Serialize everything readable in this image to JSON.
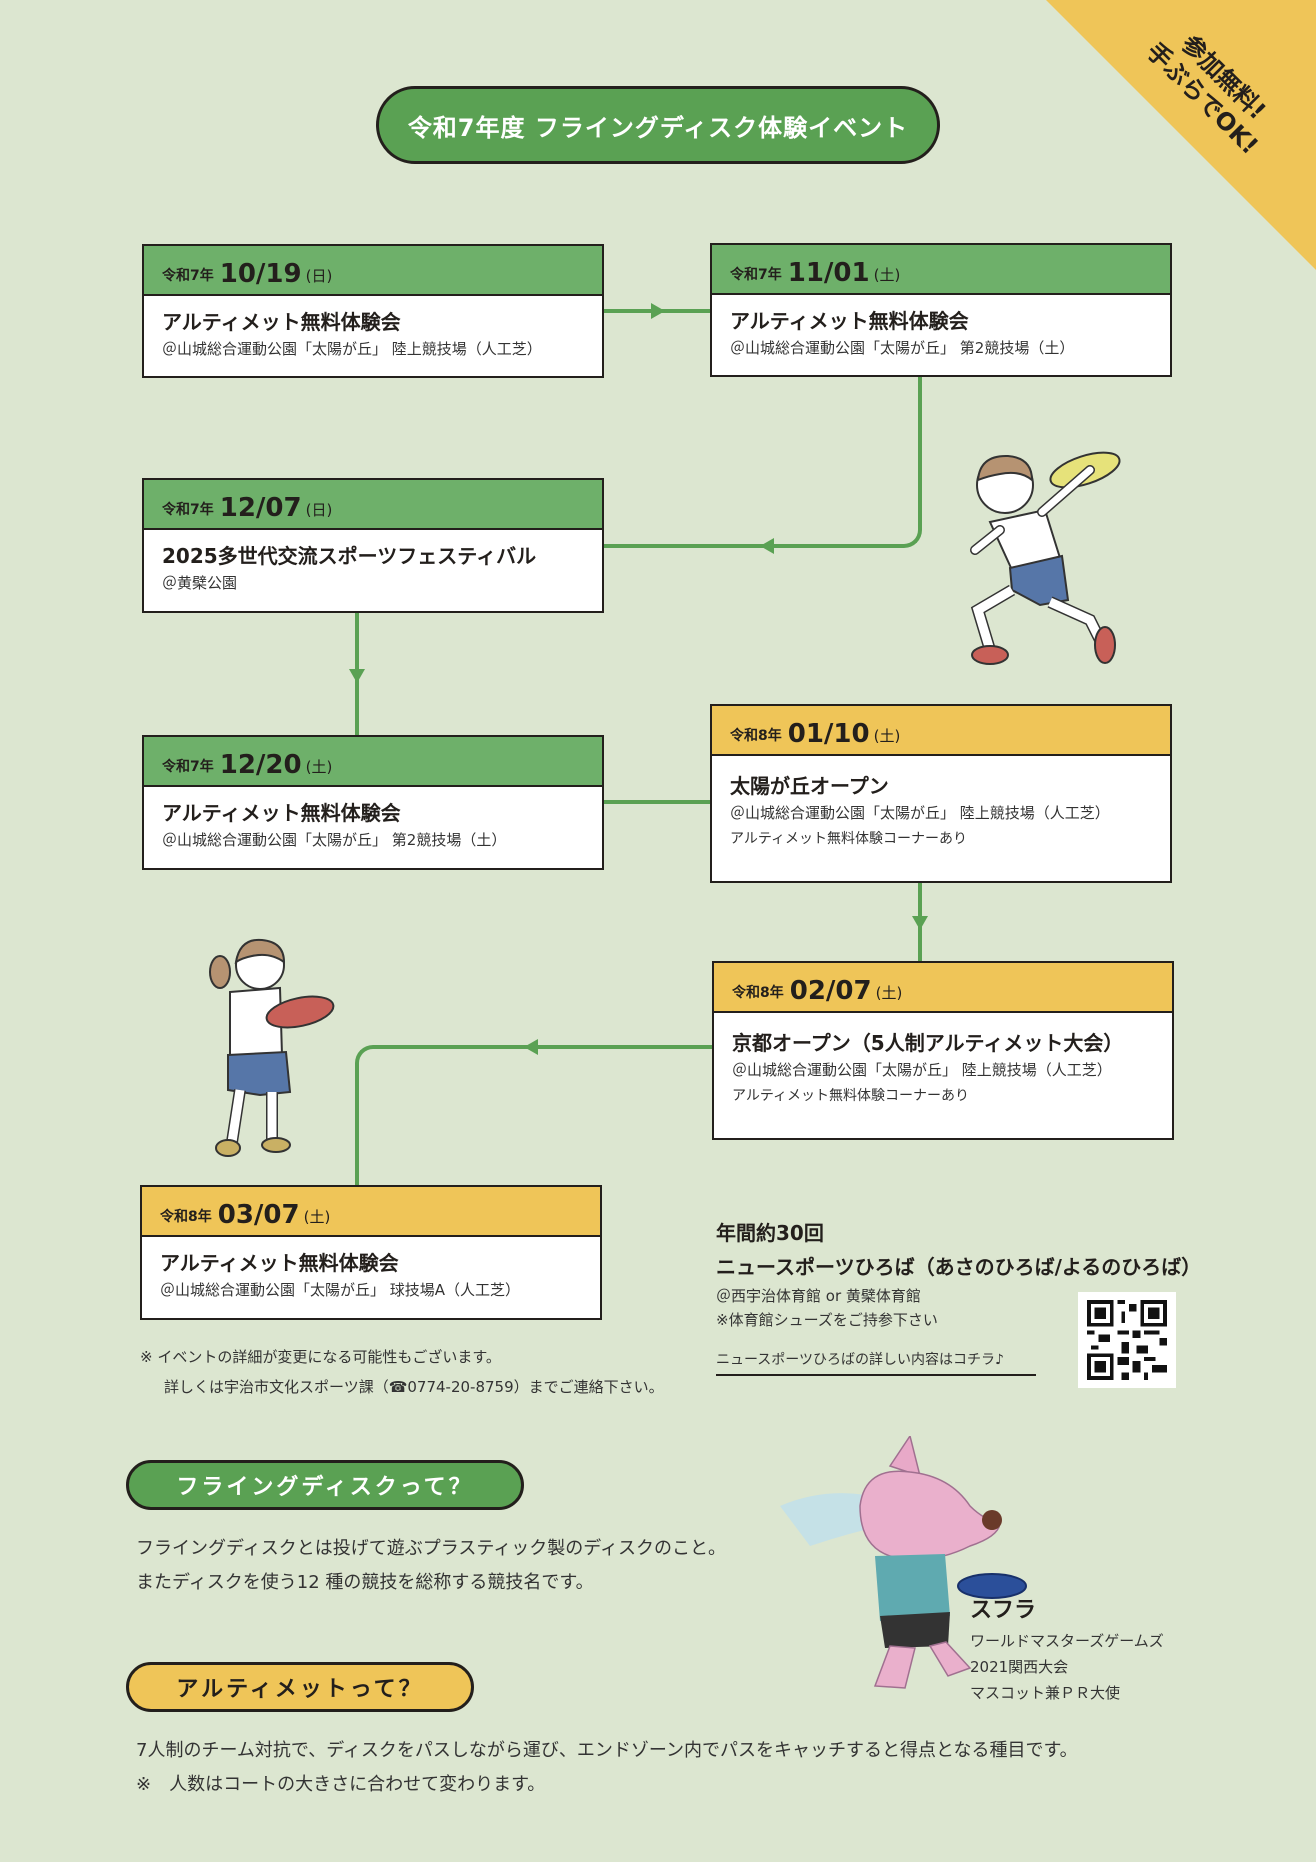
{
  "corner_badge": {
    "line1": "参加無料!",
    "line2": "手ぶらでOK!",
    "color": "#efc558"
  },
  "title": "令和7年度 フライングディスク体験イベント",
  "colors": {
    "background": "#dce6d0",
    "green": "#5aa153",
    "green_header": "#6eb06a",
    "yellow": "#efc558"
  },
  "events": [
    {
      "era": "令和7年",
      "date": "10/19",
      "dow": "(日)",
      "name": "アルティメット無料体験会",
      "venue": "＠山城総合運動公園「太陽が丘」 陸上競技場（人工芝）",
      "note": "",
      "color": "green"
    },
    {
      "era": "令和7年",
      "date": "11/01",
      "dow": "(土)",
      "name": "アルティメット無料体験会",
      "venue": "＠山城総合運動公園「太陽が丘」 第2競技場（土）",
      "note": "",
      "color": "green"
    },
    {
      "era": "令和7年",
      "date": "12/07",
      "dow": "(日)",
      "name": "2025多世代交流スポーツフェスティバル",
      "venue": "＠黄檗公園",
      "note": "",
      "color": "green"
    },
    {
      "era": "令和7年",
      "date": "12/20",
      "dow": "(土)",
      "name": "アルティメット無料体験会",
      "venue": "＠山城総合運動公園「太陽が丘」 第2競技場（土）",
      "note": "",
      "color": "green"
    },
    {
      "era": "令和8年",
      "date": "01/10",
      "dow": "(土)",
      "name": "太陽が丘オープン",
      "venue": "＠山城総合運動公園「太陽が丘」 陸上競技場（人工芝）",
      "note": "アルティメット無料体験コーナーあり",
      "color": "yellow"
    },
    {
      "era": "令和8年",
      "date": "02/07",
      "dow": "(土)",
      "name": "京都オープン（5人制アルティメット大会）",
      "venue": "＠山城総合運動公園「太陽が丘」 陸上競技場（人工芝）",
      "note": "アルティメット無料体験コーナーあり",
      "color": "yellow"
    },
    {
      "era": "令和8年",
      "date": "03/07",
      "dow": "(土)",
      "name": "アルティメット無料体験会",
      "venue": "＠山城総合運動公園「太陽が丘」 球技場A（人工芝）",
      "note": "",
      "color": "yellow"
    }
  ],
  "footnote": {
    "line1": "※ イベントの詳細が変更になる可能性もございます。",
    "line2": "詳しくは宇治市文化スポーツ課（☎0774-20-8759）までご連絡下さい。"
  },
  "plaza": {
    "frequency": "年間約30回",
    "name": "ニュースポーツひろば（あさのひろば/よるのひろば）",
    "venue": "＠西宇治体育館 or 黄檗体育館",
    "note": "※体育館シューズをご持参下さい",
    "more_link": "ニュースポーツひろばの詳しい内容はコチラ♪",
    "qr_icon": "qr-code"
  },
  "sections": {
    "flying_disc": {
      "heading": "フライングディスクって？",
      "line1": "フライングディスクとは投げて遊ぶプラスティック製のディスクのこと。",
      "line2": "またディスクを使う12 種の競技を総称する競技名です。"
    },
    "ultimate": {
      "heading": "アルティメットって？",
      "line1": "7人制のチーム対抗で、ディスクをパスしながら運び、エンドゾーン内でパスをキャッチすると得点となる種目です。",
      "line2": "※　人数はコートの大きさに合わせて変わります。"
    }
  },
  "mascot": {
    "name": "スフラ",
    "line1": "ワールドマスターズゲームズ",
    "line2": "2021関西大会",
    "line3": "マスコット兼ＰＲ大使"
  }
}
